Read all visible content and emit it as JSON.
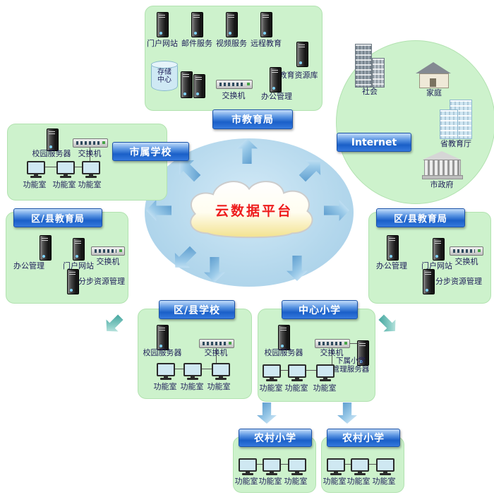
{
  "center": {
    "platform": "云数据平台"
  },
  "groups": {
    "city_bureau": {
      "title": "市教育局",
      "servers_top": [
        "门户网站",
        "邮件服务",
        "视频服务",
        "远程教育"
      ],
      "storage": "存储中心",
      "switch": "交换机",
      "office": "办公管理",
      "resource": "教育资源库"
    },
    "internet": {
      "title": "Internet",
      "society": "社会",
      "family": "家庭",
      "provincial_dept": "省教育厅",
      "city_gov": "市政府"
    },
    "city_school": {
      "title": "市属学校",
      "server": "校园服务器",
      "switch": "交换机",
      "rooms": [
        "功能室",
        "功能室",
        "功能室"
      ]
    },
    "left_bureau": {
      "title": "区/县教育局",
      "office": "办公管理",
      "portal": "门户网站",
      "switch": "交换机",
      "resource": "分步资源管理"
    },
    "right_bureau": {
      "title": "区/县教育局",
      "office": "办公管理",
      "portal": "门户网站",
      "switch": "交换机",
      "resource": "分步资源管理"
    },
    "county_school": {
      "title": "区/县学校",
      "server": "校园服务器",
      "switch": "交换机",
      "rooms": [
        "功能室",
        "功能室",
        "功能室"
      ]
    },
    "central_primary": {
      "title": "中心小学",
      "server": "校园服务器",
      "switch": "交换机",
      "sub_line1": "下属小学",
      "sub_line2": "管理服务器",
      "rooms": [
        "功能室",
        "功能室",
        "功能室"
      ]
    },
    "rural_left": {
      "title": "农村小学",
      "rooms": [
        "功能室",
        "功能室",
        "功能室"
      ]
    },
    "rural_right": {
      "title": "农村小学",
      "rooms": [
        "功能室",
        "功能室",
        "功能室"
      ]
    }
  },
  "colors": {
    "box_green": "#cdf2cc",
    "title_blue": "#1a5fc8",
    "cloud_text_red": "#ee1c1c",
    "hub_blue": "#b3d7ec",
    "arrow_blue": "#7eb5dc",
    "arrow_teal": "#4aa49d"
  }
}
